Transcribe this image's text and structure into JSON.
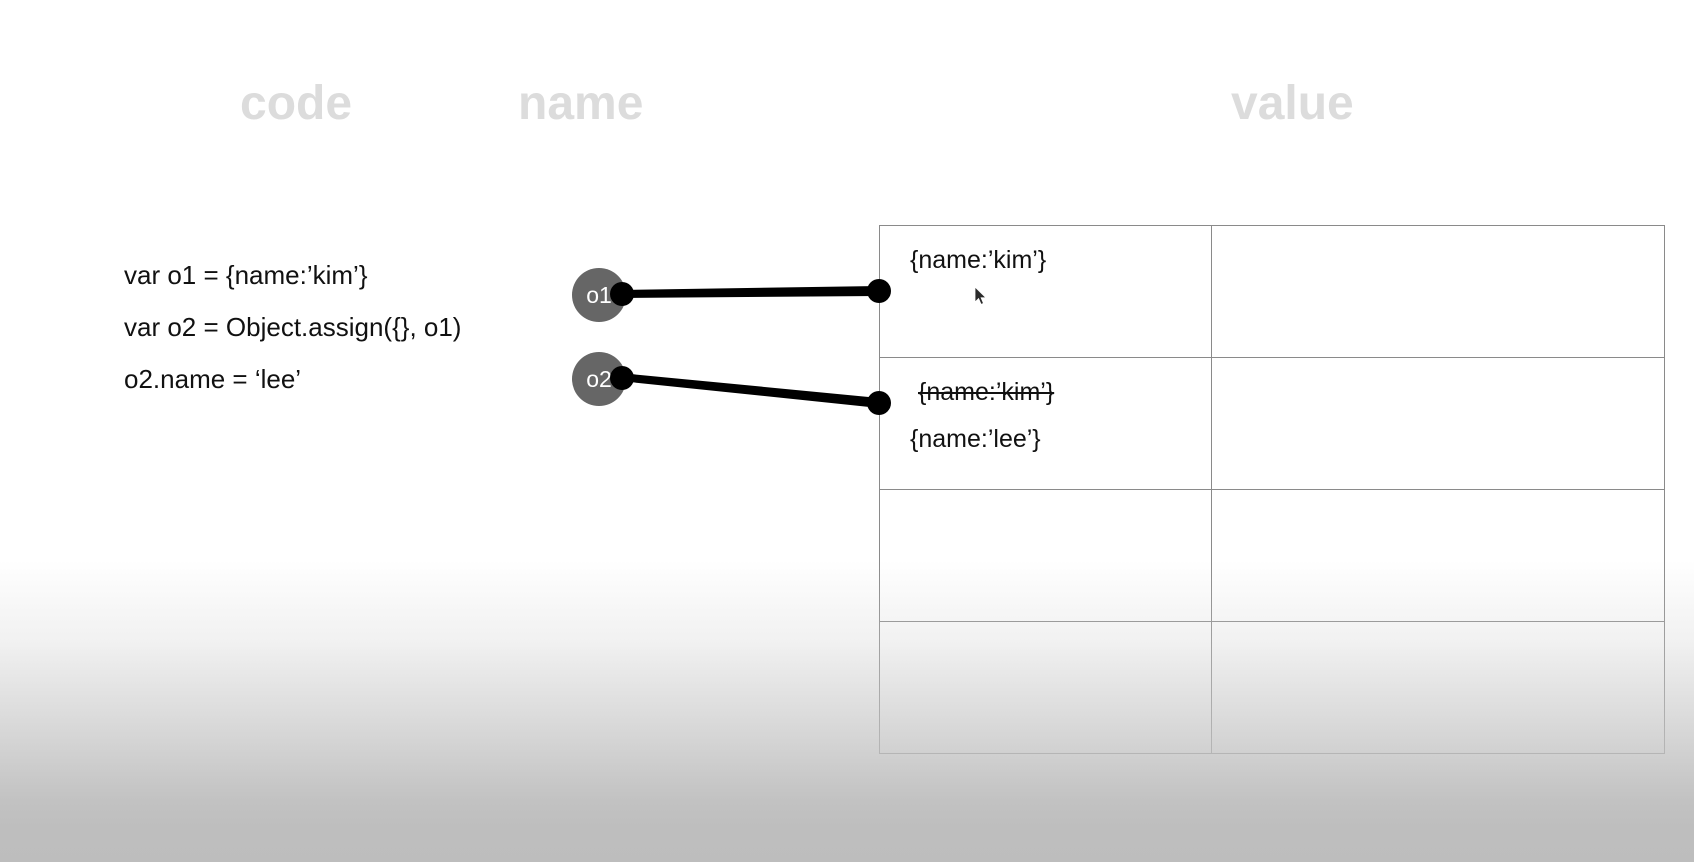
{
  "headers": {
    "code": "code",
    "name": "name",
    "value": "value"
  },
  "code": {
    "lines": [
      "var o1 = {name:’kim’}",
      "var o2 = Object.assign({}, o1)",
      "o2.name = ‘lee’"
    ]
  },
  "nodes": [
    {
      "label": "o1"
    },
    {
      "label": "o2"
    }
  ],
  "value_table": {
    "rows": [
      {
        "col_a": {
          "lines": [
            {
              "text": "{name:’kim’}",
              "struck": false
            }
          ]
        },
        "col_b": {
          "lines": []
        }
      },
      {
        "col_a": {
          "lines": [
            {
              "text": "{name:’kim’}",
              "struck": true
            },
            {
              "text": "{name:’lee’}",
              "struck": false
            }
          ]
        },
        "col_b": {
          "lines": []
        }
      },
      {
        "col_a": {
          "lines": []
        },
        "col_b": {
          "lines": []
        }
      },
      {
        "col_a": {
          "lines": []
        },
        "col_b": {
          "lines": []
        }
      }
    ]
  },
  "cells": {
    "r1c1_line1": "{name:’kim’}",
    "r2c1_line1": "{name:’kim’}",
    "r2c1_line2": "{name:’lee’}"
  },
  "colors": {
    "header_gray": "#dcdcdc",
    "node_fill": "#666666",
    "node_text": "#ffffff",
    "connector": "#000000",
    "table_border": "#8a8a8a",
    "text": "#111111",
    "page_bottom_gray": "#bdbdbd"
  },
  "cursor": {
    "icon": "mouse-pointer-icon"
  }
}
